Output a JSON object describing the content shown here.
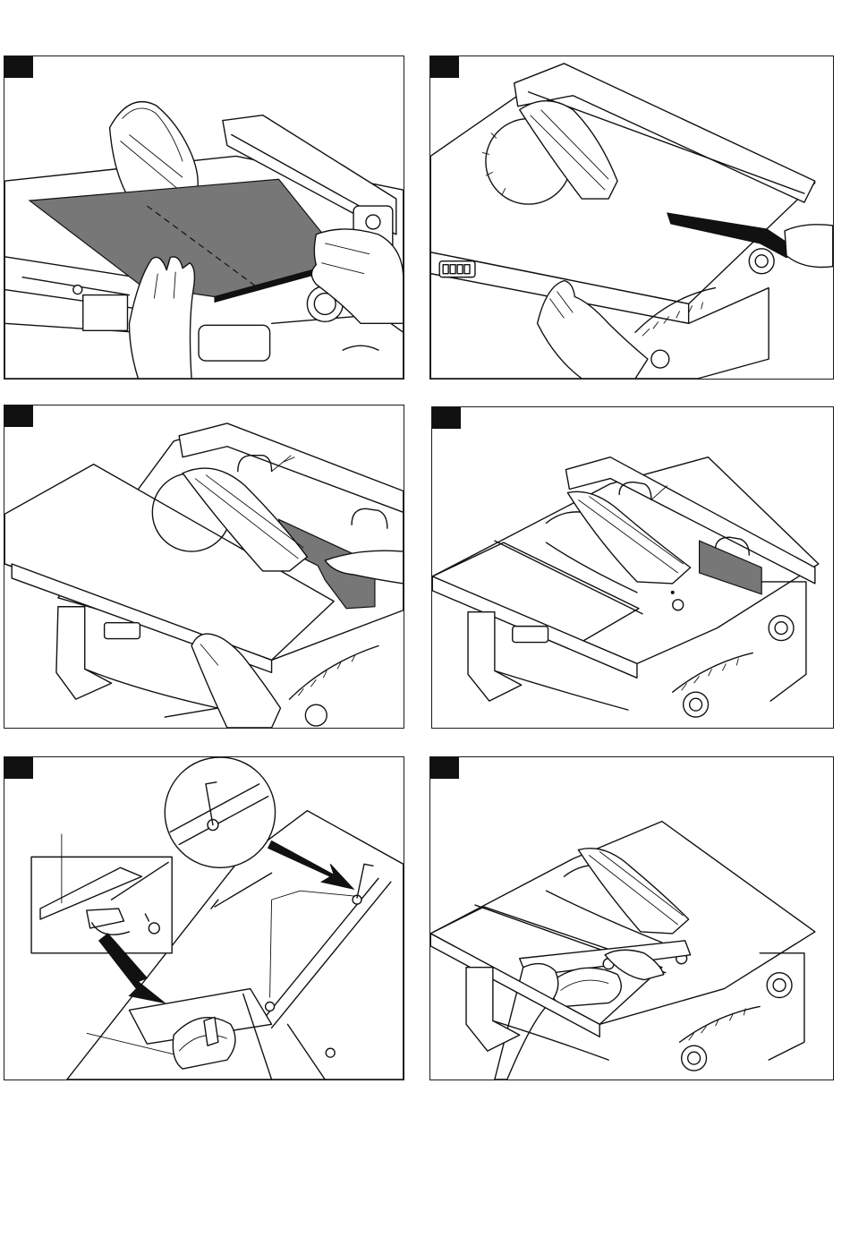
{
  "page": {
    "background": "#ffffff",
    "ink_color": "#111111",
    "board_color": "#777777"
  },
  "figures": [
    {
      "id": "fig-1",
      "depicts": "ripping-wide-board"
    },
    {
      "id": "fig-2",
      "depicts": "push-stick-feed"
    },
    {
      "id": "fig-3",
      "depicts": "table-extension-support"
    },
    {
      "id": "fig-4",
      "depicts": "rip-fence-extended"
    },
    {
      "id": "fig-5",
      "depicts": "mounting-miter-gauge-hex-key"
    },
    {
      "id": "fig-6",
      "depicts": "crosscut-with-miter-gauge"
    }
  ]
}
